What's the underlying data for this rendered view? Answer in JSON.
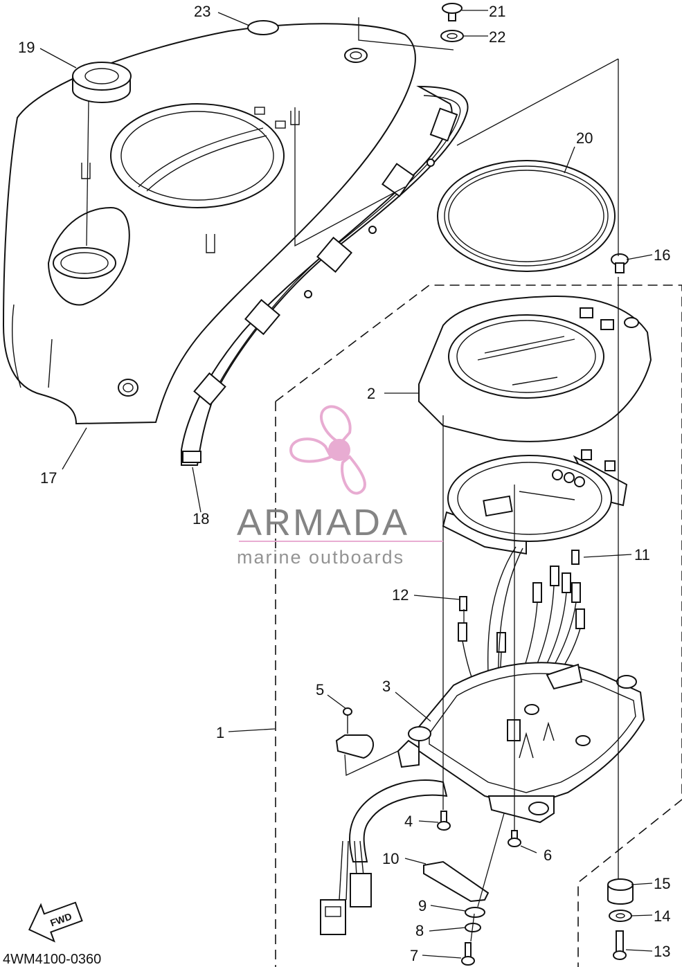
{
  "diagram": {
    "code": "4WM4100-0360",
    "fwd_label": "FWD",
    "callouts": [
      "1",
      "2",
      "3",
      "4",
      "5",
      "6",
      "7",
      "8",
      "9",
      "10",
      "11",
      "12",
      "13",
      "14",
      "15",
      "16",
      "17",
      "18",
      "19",
      "20",
      "21",
      "22",
      "23"
    ]
  },
  "watermark": {
    "brand": "ARMADA",
    "tagline": "marine outboards",
    "accent_color": "#e7a6cf",
    "text_color": "#7a7a7a"
  }
}
